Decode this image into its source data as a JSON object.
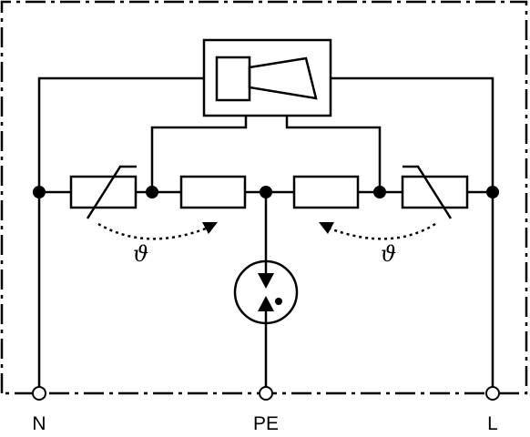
{
  "terminals": {
    "n": "N",
    "pe": "PE",
    "l": "L"
  },
  "thermal_symbols": {
    "left": "ϑ",
    "right": "ϑ"
  }
}
